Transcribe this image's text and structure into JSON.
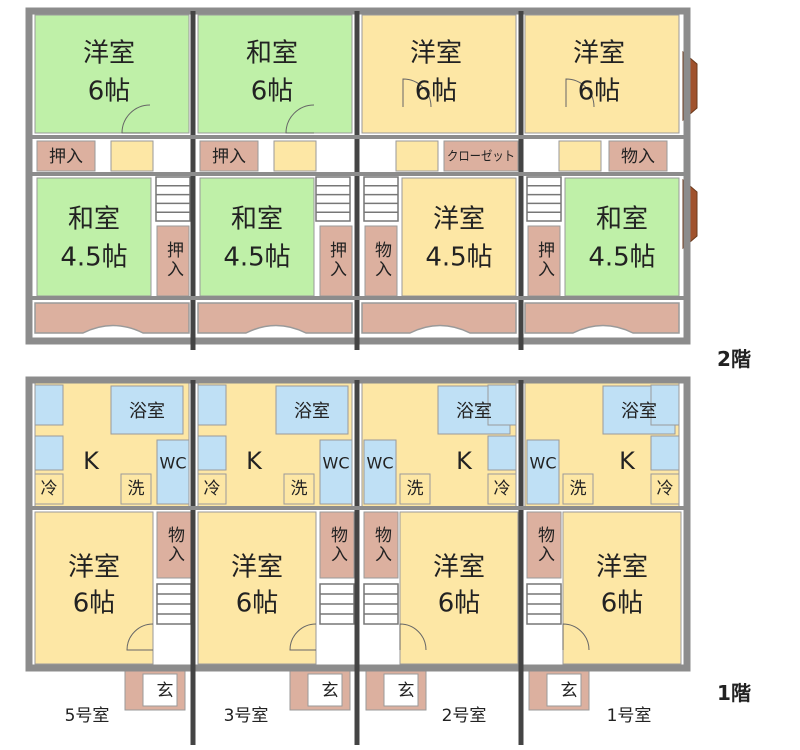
{
  "floors": {
    "second_label": "2階",
    "first_label": "1階"
  },
  "colors": {
    "wall": "#8c8c8c",
    "wall_dark": "#444444",
    "tatami": "#bff0a8",
    "flooring": "#fde7a5",
    "storage": "#dcb09f",
    "water": "#bfe0f5",
    "stair": "#ffffff",
    "bay_window": "#a0522d"
  },
  "second_floor": [
    {
      "top_room": {
        "name": "洋室",
        "size": "6帖"
      },
      "closet_label": "押入",
      "bottom_room": {
        "name": "和室",
        "size": "4.5帖"
      },
      "side_closet_label": "押入"
    },
    {
      "top_room": {
        "name": "和室",
        "size": "6帖"
      },
      "closet_label": "押入",
      "bottom_room": {
        "name": "和室",
        "size": "4.5帖"
      },
      "side_closet_label": "押入"
    },
    {
      "top_room": {
        "name": "洋室",
        "size": "6帖"
      },
      "closet_label": "クローゼット",
      "bottom_room": {
        "name": "洋室",
        "size": "4.5帖"
      },
      "side_closet_label": "物入"
    },
    {
      "top_room": {
        "name": "洋室",
        "size": "6帖"
      },
      "closet_label": "物入",
      "bottom_room": {
        "name": "和室",
        "size": "4.5帖"
      },
      "side_closet_label": "押入"
    }
  ],
  "first_floor": [
    {
      "unit_label": "5号室",
      "kitchen": "K",
      "bath": "浴室",
      "wc": "WC",
      "fridge": "冷",
      "washer": "洗",
      "storage": "物入",
      "entrance": "玄",
      "room": {
        "name": "洋室",
        "size": "6帖"
      }
    },
    {
      "unit_label": "3号室",
      "kitchen": "K",
      "bath": "浴室",
      "wc": "WC",
      "fridge": "冷",
      "washer": "洗",
      "storage": "物入",
      "entrance": "玄",
      "room": {
        "name": "洋室",
        "size": "6帖"
      }
    },
    {
      "unit_label": "2号室",
      "kitchen": "K",
      "bath": "浴室",
      "wc": "WC",
      "fridge": "冷",
      "washer": "洗",
      "storage": "物入",
      "entrance": "玄",
      "room": {
        "name": "洋室",
        "size": "6帖"
      }
    },
    {
      "unit_label": "1号室",
      "kitchen": "K",
      "bath": "浴室",
      "wc": "WC",
      "fridge": "冷",
      "washer": "洗",
      "storage": "物入",
      "entrance": "玄",
      "room": {
        "name": "洋室",
        "size": "6帖"
      }
    }
  ]
}
